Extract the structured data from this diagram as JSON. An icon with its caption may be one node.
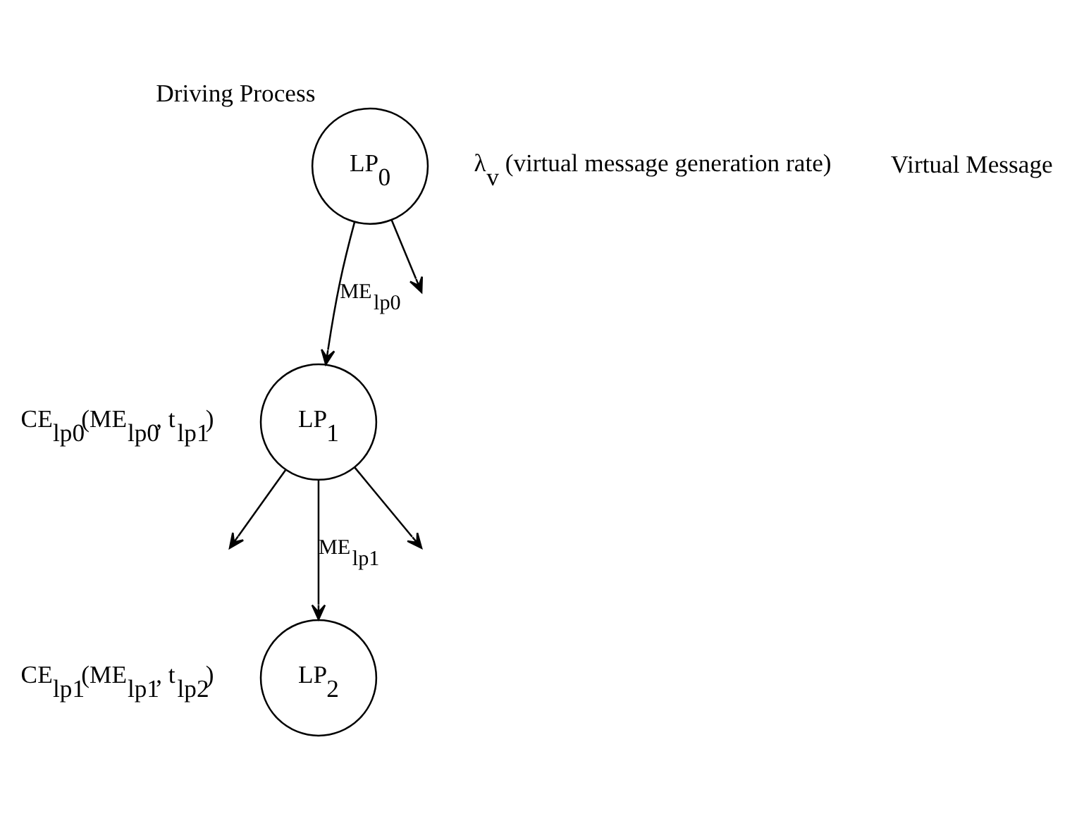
{
  "diagram": {
    "nodes": [
      {
        "text": [
          "LP$_{0}$"
        ],
        "beside": [
          "Driving Process",
          "λ$_{v}$  (virtual message generation rate)"
        ]
      },
      {
        "text": [
          "LP$_{1}$"
        ],
        "beside": [
          "CE$_{lp0}$(ME$_{lp0}$, t$_{lp1}$)"
        ]
      },
      {
        "text": [
          "LP$_{2}$"
        ],
        "beside": [
          "CE$_{lp1}$(ME$_{lp1}$, t$_{lp2}$)"
        ]
      }
    ],
    "edges": [
      {
        "from": 0,
        "to": 1,
        "arrow": "to",
        "label": "ME$_{lp0}$"
      },
      {
        "from": 0,
        "to": null,
        "arrow": "to"
      },
      {
        "from": 1,
        "to": null,
        "arrow": "to"
      },
      {
        "from": 1,
        "to": 2,
        "arrow": "to",
        "label": "ME$_{lp1}$"
      },
      {
        "from": 1,
        "to": null,
        "arrow": "to"
      }
    ],
    "labels": [
      "Virtual Message"
    ]
  }
}
